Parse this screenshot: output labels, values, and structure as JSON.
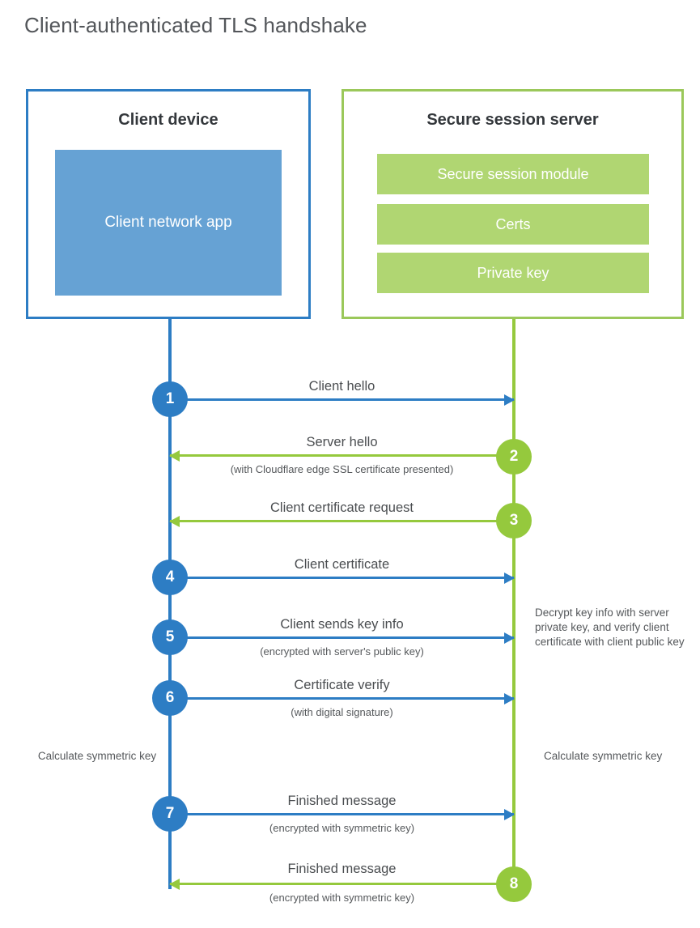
{
  "title": "Client-authenticated TLS handshake",
  "colors": {
    "client_blue": "#2d7dc4",
    "client_app_blue": "#66a2d4",
    "server_green": "#95c93d",
    "server_bar_green": "#b0d672",
    "text": "#53565a",
    "background": "#ffffff"
  },
  "client_panel": {
    "title": "Client device",
    "app_label": "Client network app"
  },
  "server_panel": {
    "title": "Secure session server",
    "bars": [
      {
        "label": "Secure session module"
      },
      {
        "label": "Certs"
      },
      {
        "label": "Private key"
      }
    ]
  },
  "side_notes": {
    "decrypt_note": "Decrypt key info with server private key, and verify client certificate with client public key",
    "client_calculate": "Calculate symmetric key",
    "server_calculate": "Calculate symmetric key"
  },
  "chart_data": {
    "type": "sequence-diagram",
    "title": "Client-authenticated TLS handshake",
    "actors": [
      "Client device",
      "Secure session server"
    ],
    "steps": [
      {
        "number": "1",
        "label": "Client hello",
        "sublabel": "",
        "direction": "client-to-server",
        "color": "#2d7dc4"
      },
      {
        "number": "2",
        "label": "Server hello",
        "sublabel": "(with Cloudflare edge SSL certificate presented)",
        "direction": "server-to-client",
        "color": "#95c93d"
      },
      {
        "number": "3",
        "label": "Client certificate request",
        "sublabel": "",
        "direction": "server-to-client",
        "color": "#95c93d"
      },
      {
        "number": "4",
        "label": "Client certificate",
        "sublabel": "",
        "direction": "client-to-server",
        "color": "#2d7dc4"
      },
      {
        "number": "5",
        "label": "Client sends key info",
        "sublabel": "(encrypted with server's public key)",
        "direction": "client-to-server",
        "color": "#2d7dc4"
      },
      {
        "number": "6",
        "label": "Certificate verify",
        "sublabel": "(with digital signature)",
        "direction": "client-to-server",
        "color": "#2d7dc4"
      },
      {
        "number": "7",
        "label": "Finished message",
        "sublabel": "(encrypted with symmetric key)",
        "direction": "client-to-server",
        "color": "#2d7dc4"
      },
      {
        "number": "8",
        "label": "Finished message",
        "sublabel": "(encrypted with symmetric key)",
        "direction": "server-to-client",
        "color": "#95c93d"
      }
    ],
    "annotations": [
      {
        "text": "Decrypt key info with server private key, and verify client certificate with client public key",
        "side": "server"
      },
      {
        "text": "Calculate symmetric key",
        "side": "client"
      },
      {
        "text": "Calculate symmetric key",
        "side": "server"
      }
    ]
  }
}
